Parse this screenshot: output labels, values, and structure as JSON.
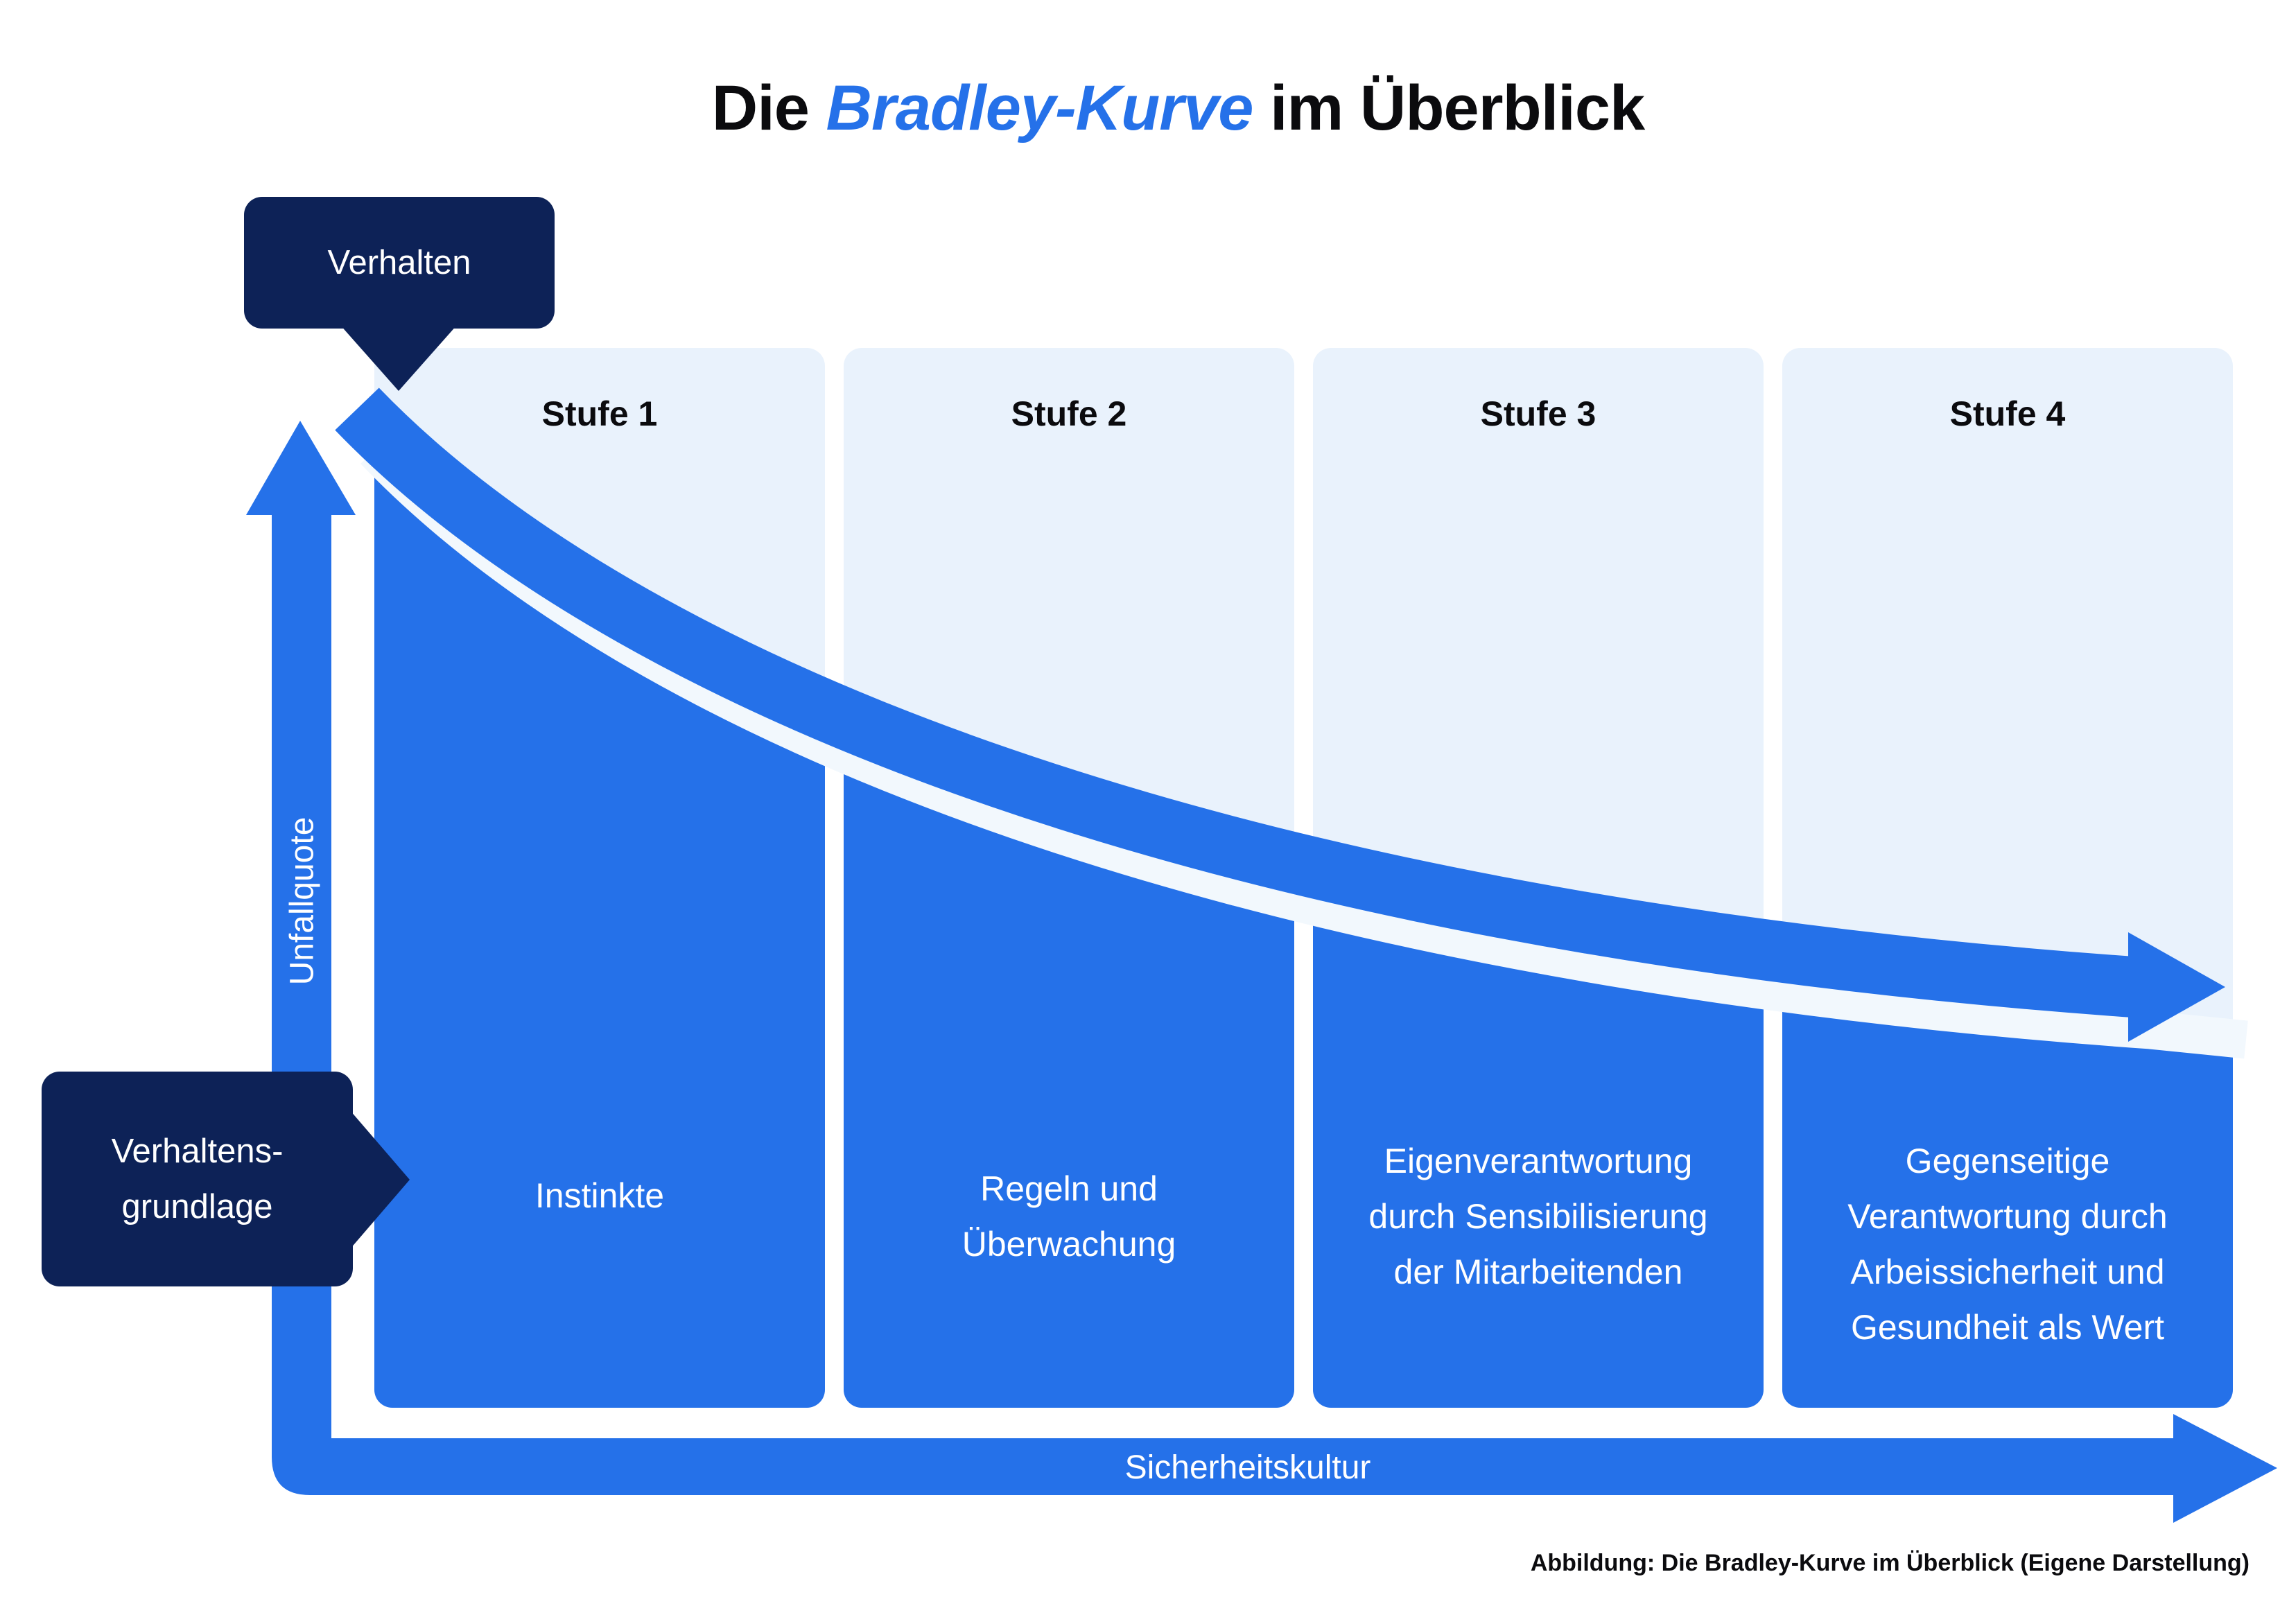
{
  "title": {
    "prefix": "Die ",
    "highlight": "Bradley-Kurve",
    "suffix": " im Überblick"
  },
  "callouts": {
    "behavior": "Verhalten",
    "behavior_basis": "Verhaltens-\ngrundlage"
  },
  "axes": {
    "y_label": "Unfallquote",
    "x_label": "Sicherheitskultur"
  },
  "stages": [
    {
      "label": "Stufe 1",
      "description": "Instinkte"
    },
    {
      "label": "Stufe 2",
      "description": "Regeln und\nÜberwachung"
    },
    {
      "label": "Stufe 3",
      "description": "Eigenverantwortung\ndurch Sensibilisierung\nder Mitarbeitenden"
    },
    {
      "label": "Stufe 4",
      "description": "Gegenseitige\nVerantwortung durch\nArbeissicherheit und\nGesundheit als Wert"
    }
  ],
  "caption": "Abbildung: Die Bradley-Kurve im Überblick (Eigene Darstellung)",
  "colors": {
    "accent-blue": "#2571E9",
    "column-bg": "#E9F2FC",
    "gap-band": "#F2F8FD",
    "navy": "#0D2257",
    "text-dark": "#0B0B0E"
  }
}
